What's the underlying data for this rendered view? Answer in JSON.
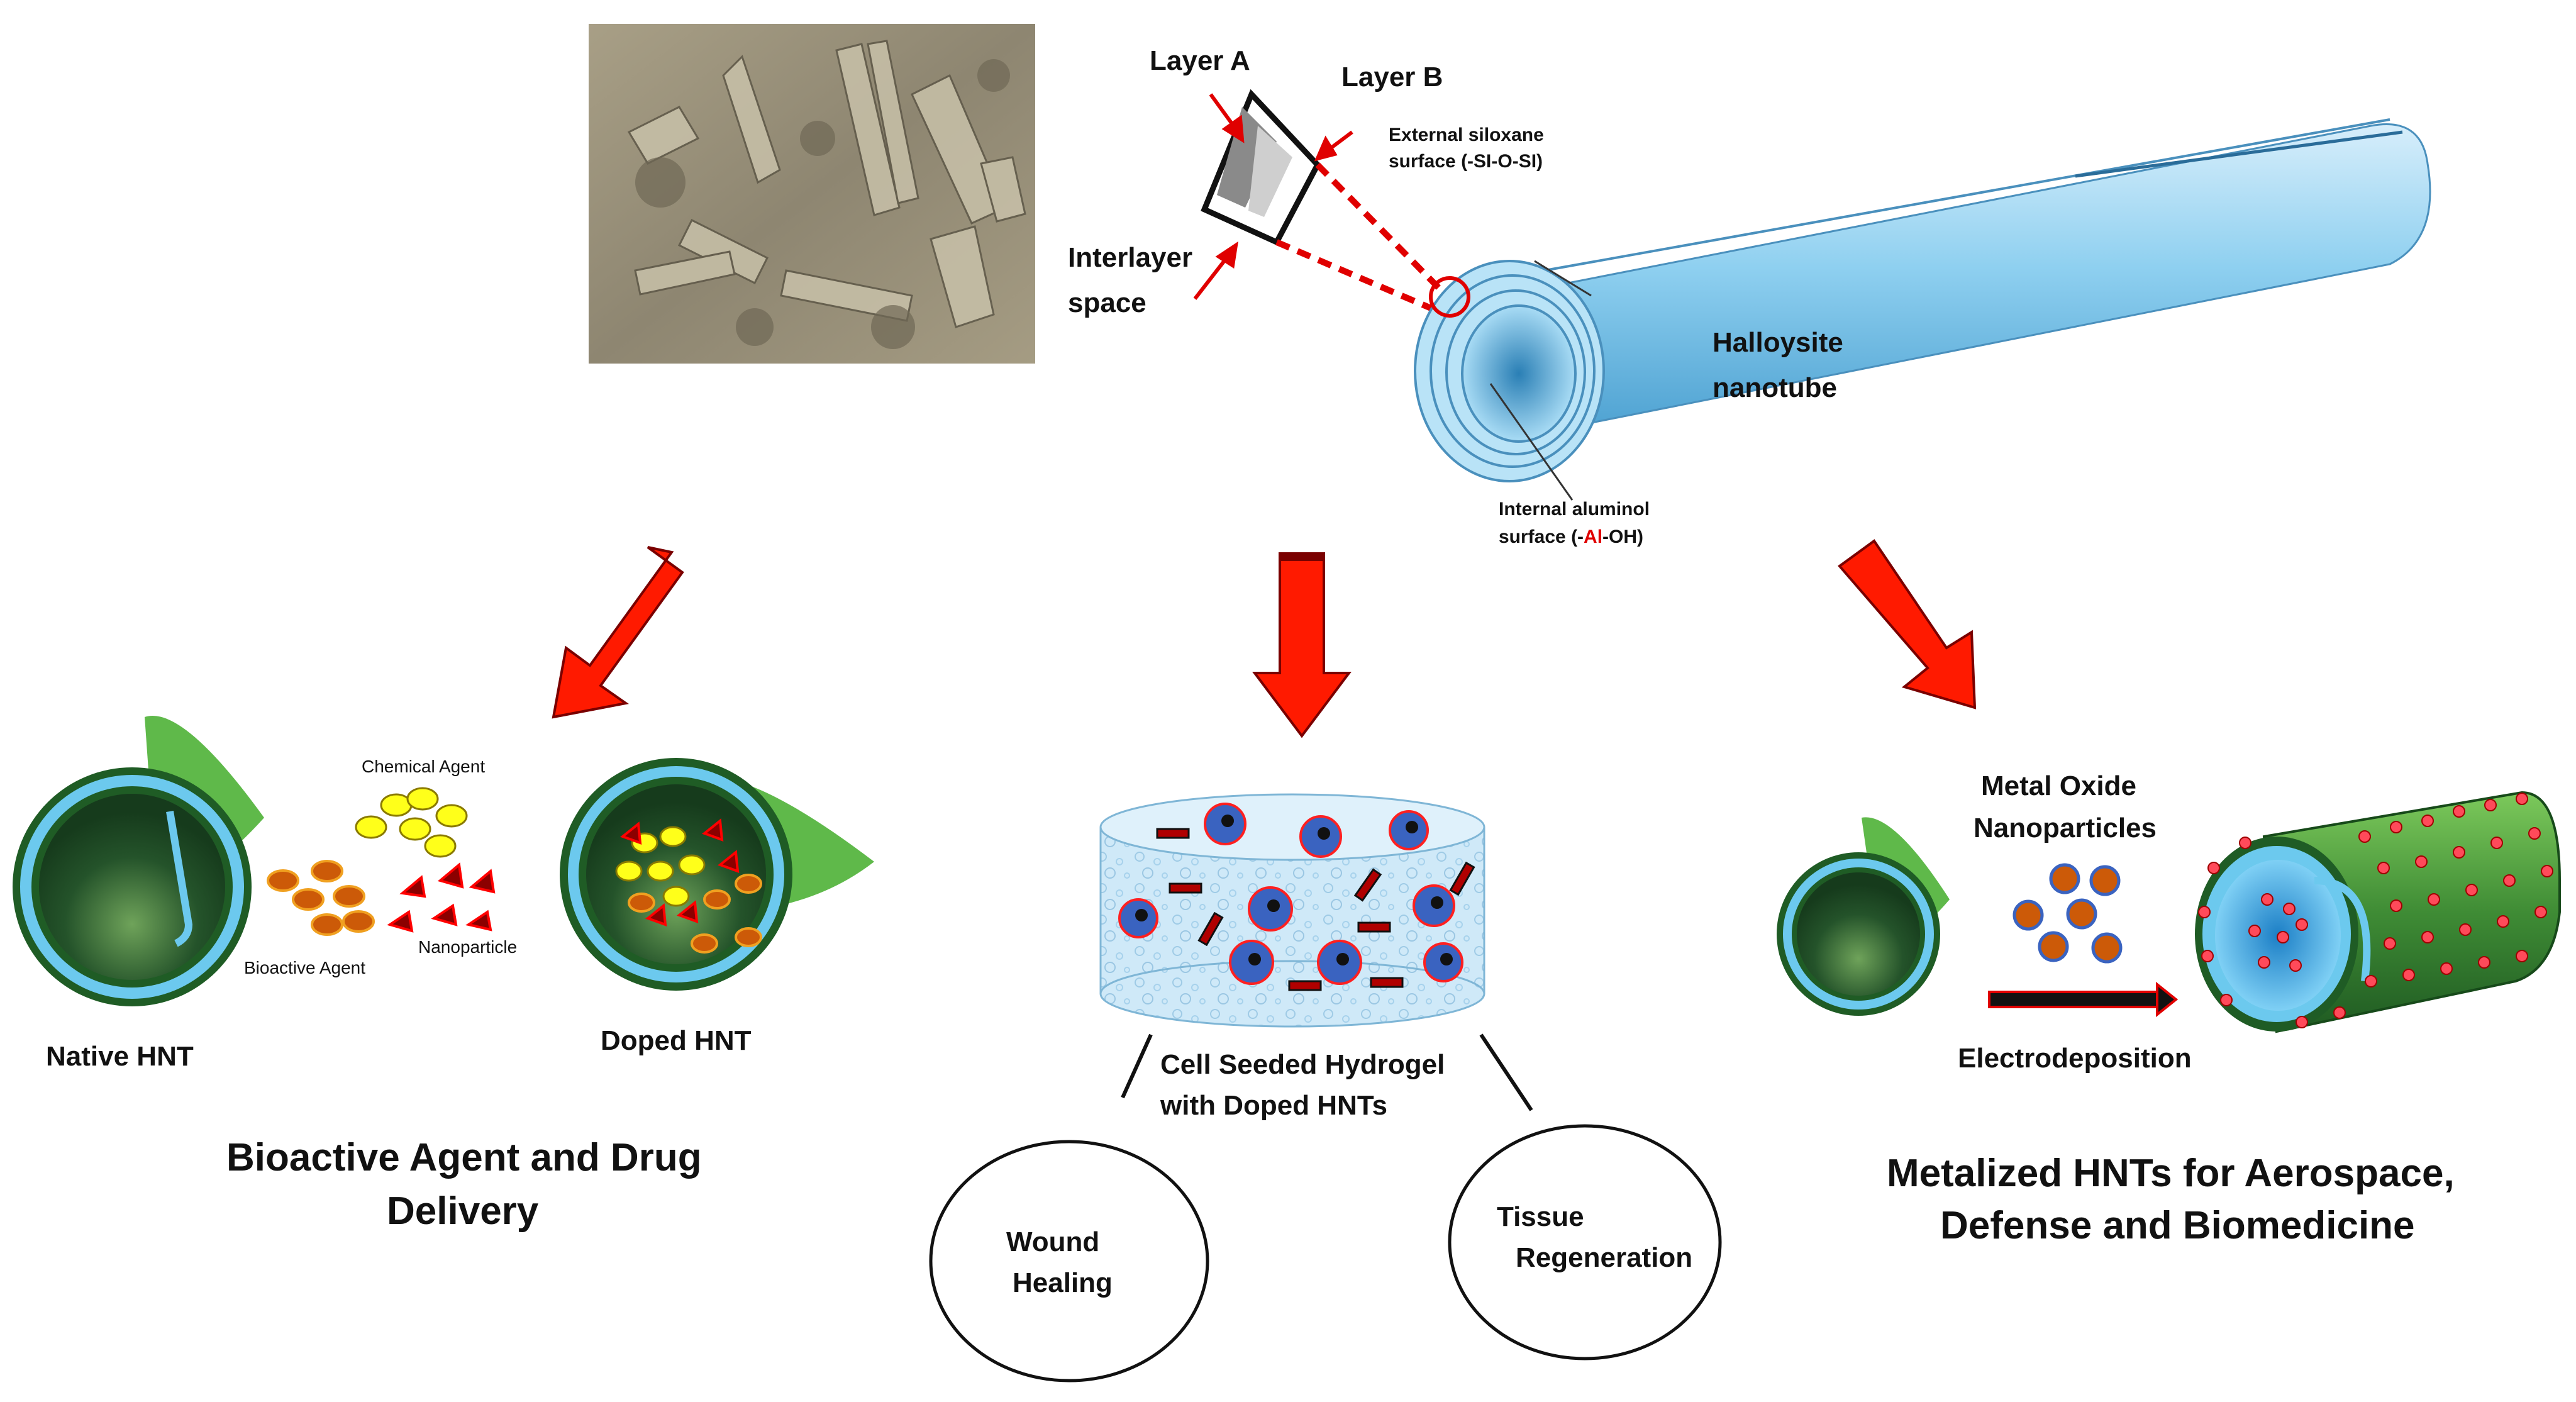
{
  "structure": {
    "layer_a": "Layer A",
    "layer_b": "Layer B",
    "interlayer": [
      "Interlayer",
      "space"
    ],
    "external_surface": [
      "External siloxane",
      "surface (-SI-O-SI)"
    ],
    "halloysite": [
      "Halloysite",
      "nanotube"
    ],
    "internal_surface_line1": "Internal aluminol",
    "internal_surface_prefix": "surface (-",
    "internal_surface_al": "Al",
    "internal_surface_suffix": "-OH)"
  },
  "left": {
    "chemical_agent": "Chemical Agent",
    "bioactive_agent": "Bioactive Agent",
    "nanoparticle": "Nanoparticle",
    "native_hnt": "Native HNT",
    "doped_hnt": "Doped HNT",
    "title": [
      "Bioactive Agent and Drug",
      "Delivery"
    ]
  },
  "center": {
    "hydrogel": [
      "Cell Seeded Hydrogel",
      "with Doped HNTs"
    ],
    "wound": [
      "Wound",
      "Healing"
    ],
    "tissue": [
      "Tissue",
      "Regeneration"
    ]
  },
  "right": {
    "metal_oxide": [
      "Metal Oxide",
      "Nanoparticles"
    ],
    "electrodeposition": "Electrodeposition",
    "title": [
      "Metalized HNTs for Aerospace,",
      "Defense and Biomedicine"
    ]
  },
  "colors": {
    "arrow_red": "#ff1a00",
    "tube_blue": "#7fc8ea",
    "hnt_green": "#5fb94a",
    "hnt_dark": "#1f5c25",
    "agent_yellow": "#ffff1a",
    "agent_orange": "#cc5a08",
    "cell_blue": "#3a63c0",
    "hydrogel_blue": "#cde8f7"
  }
}
